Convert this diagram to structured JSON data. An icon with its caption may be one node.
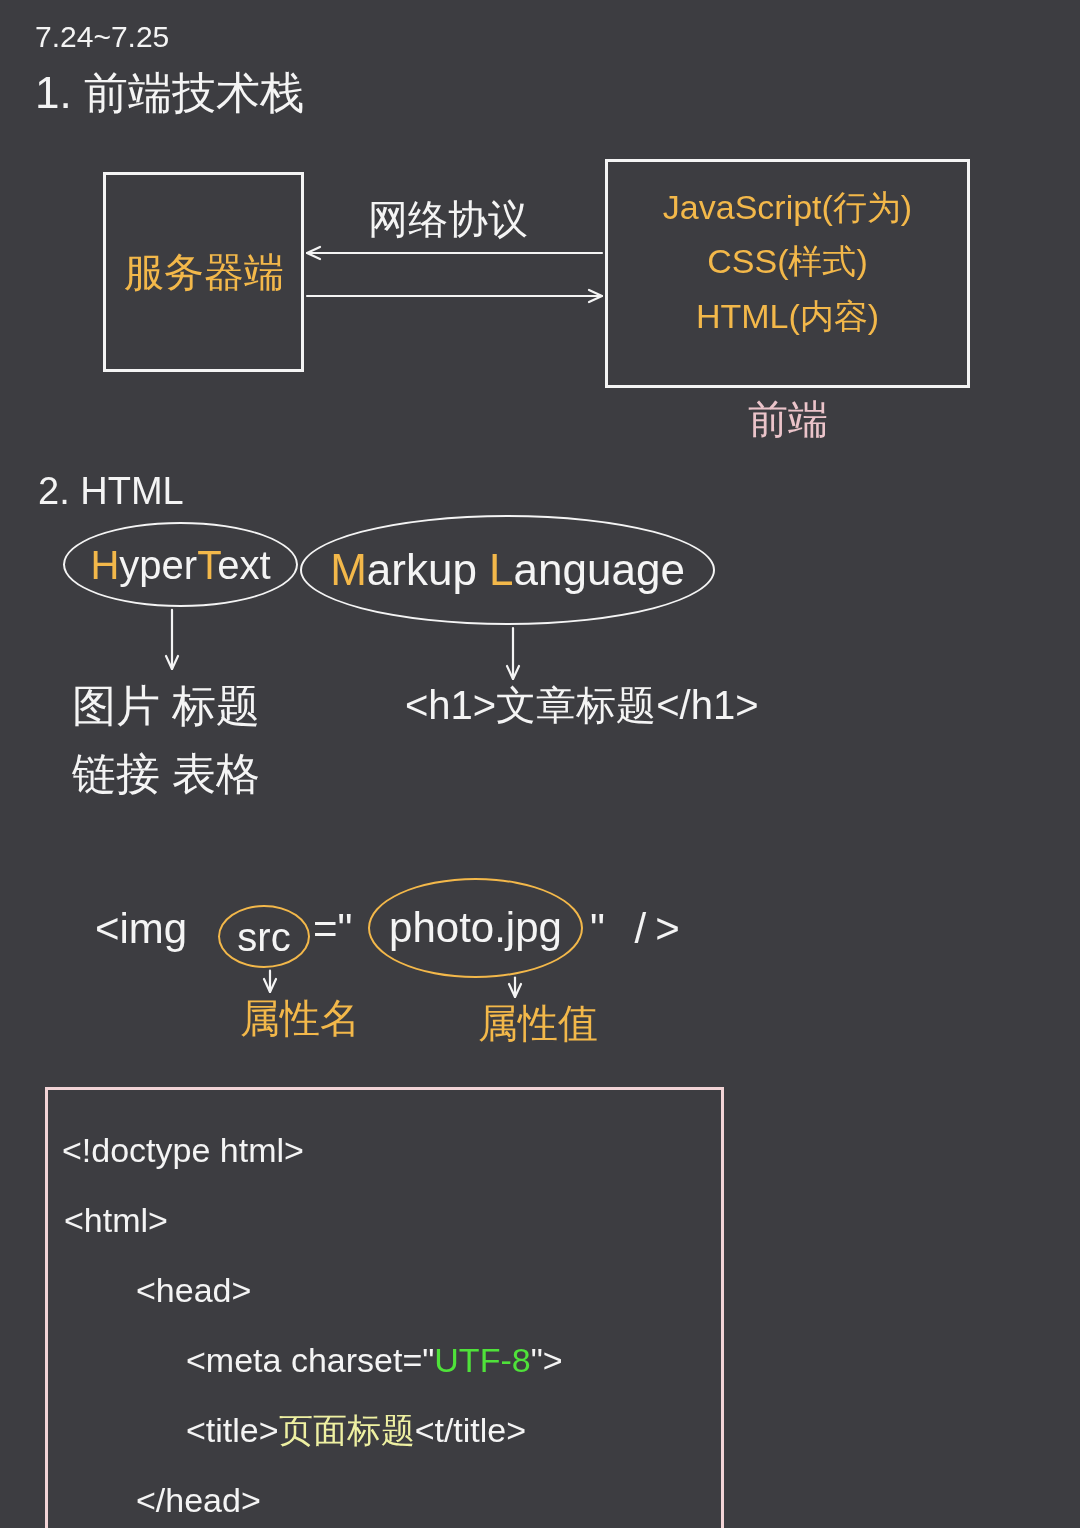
{
  "diagram": {
    "nodes": [
      {
        "text": [
          "服务器端"
        ]
      },
      {
        "text": [
          "JavaScript(行为)",
          "CSS(样式)",
          "HTML(内容)"
        ],
        "beside": [
          "前端"
        ]
      },
      {
        "text": [
          "HyperText"
        ]
      },
      {
        "text": [
          "Markup Language"
        ]
      },
      {
        "text": [
          "图片 标题",
          "链接 表格"
        ]
      },
      {
        "text": [
          "<h1>文章标题</h1>"
        ]
      },
      {
        "text": [
          "src"
        ]
      },
      {
        "text": [
          "photo.jpg"
        ]
      },
      {
        "text": [
          "属性名"
        ]
      },
      {
        "text": [
          "属性值"
        ]
      },
      {
        "text": [
          "<!doctype html>",
          "<html>",
          "<head>",
          "<meta charset=\"UTF-8\">",
          "<title>页面标题<t/title>",
          "</head>"
        ]
      }
    ],
    "edges": [
      {
        "from": 1,
        "to": 0,
        "arrow": "to",
        "label": "网络协议"
      },
      {
        "from": 0,
        "to": 1,
        "arrow": "to"
      },
      {
        "from": 2,
        "to": 4,
        "arrow": "to"
      },
      {
        "from": 3,
        "to": 5,
        "arrow": "to"
      },
      {
        "from": 6,
        "to": 8,
        "arrow": "to"
      },
      {
        "from": 7,
        "to": 9,
        "arrow": "to"
      }
    ],
    "labels": [
      "7.24~7.25",
      "1. 前端技术栈",
      "2. HTML",
      "<img",
      "=\"",
      "\" />"
    ]
  }
}
